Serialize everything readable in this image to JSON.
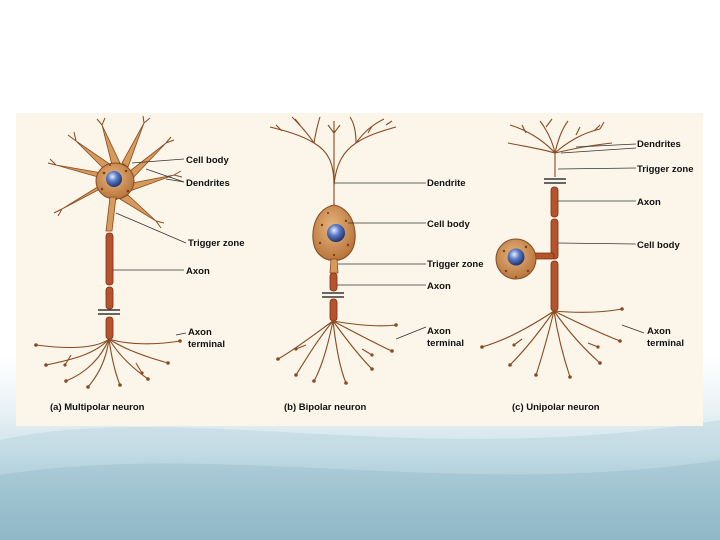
{
  "figure": {
    "multipolar": {
      "caption": "(a) Multipolar neuron",
      "labels": {
        "cell_body": "Cell body",
        "dendrites": "Dendrites",
        "trigger_zone": "Trigger zone",
        "axon": "Axon",
        "axon_terminal_1": "Axon",
        "axon_terminal_2": "terminal"
      }
    },
    "bipolar": {
      "caption": "(b) Bipolar neuron",
      "labels": {
        "dendrite": "Dendrite",
        "cell_body": "Cell body",
        "trigger_zone": "Trigger zone",
        "axon": "Axon",
        "axon_terminal_1": "Axon",
        "axon_terminal_2": "terminal"
      }
    },
    "unipolar": {
      "caption": "(c) Unipolar neuron",
      "labels": {
        "dendrites": "Dendrites",
        "trigger_zone": "Trigger zone",
        "axon": "Axon",
        "cell_body": "Cell body",
        "axon_terminal_1": "Axon",
        "axon_terminal_2": "terminal"
      }
    }
  },
  "colors": {
    "panel_background": "#fbf6e9",
    "neuron_tan": "#d9a56a",
    "neuron_dark": "#8a4a22",
    "myelin": "#b5532a",
    "nucleus": "#3c5ea8",
    "slide_accent": "#82aec0"
  }
}
